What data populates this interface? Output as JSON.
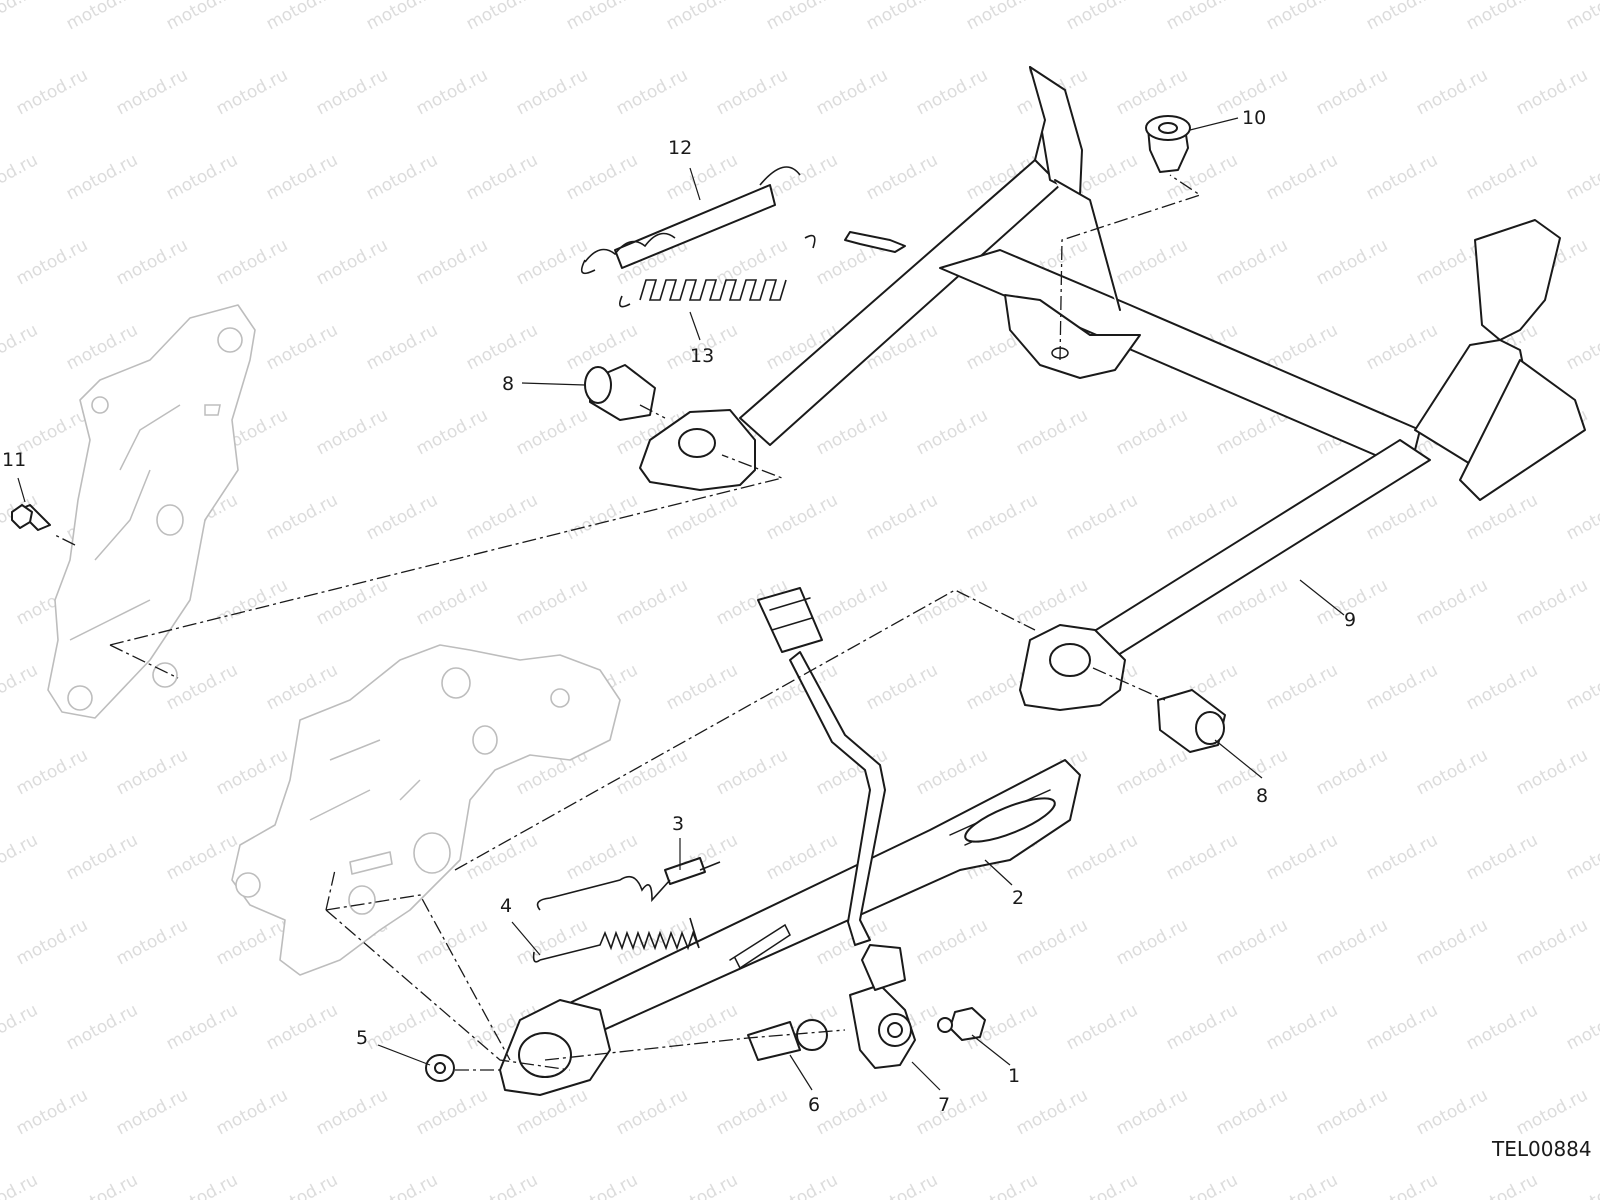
{
  "watermark": "motod.ru",
  "drawing_code": "TEL00884",
  "callouts": [
    "1",
    "2",
    "3",
    "4",
    "5",
    "6",
    "7",
    "8",
    "8",
    "9",
    "10",
    "11",
    "12",
    "13"
  ]
}
